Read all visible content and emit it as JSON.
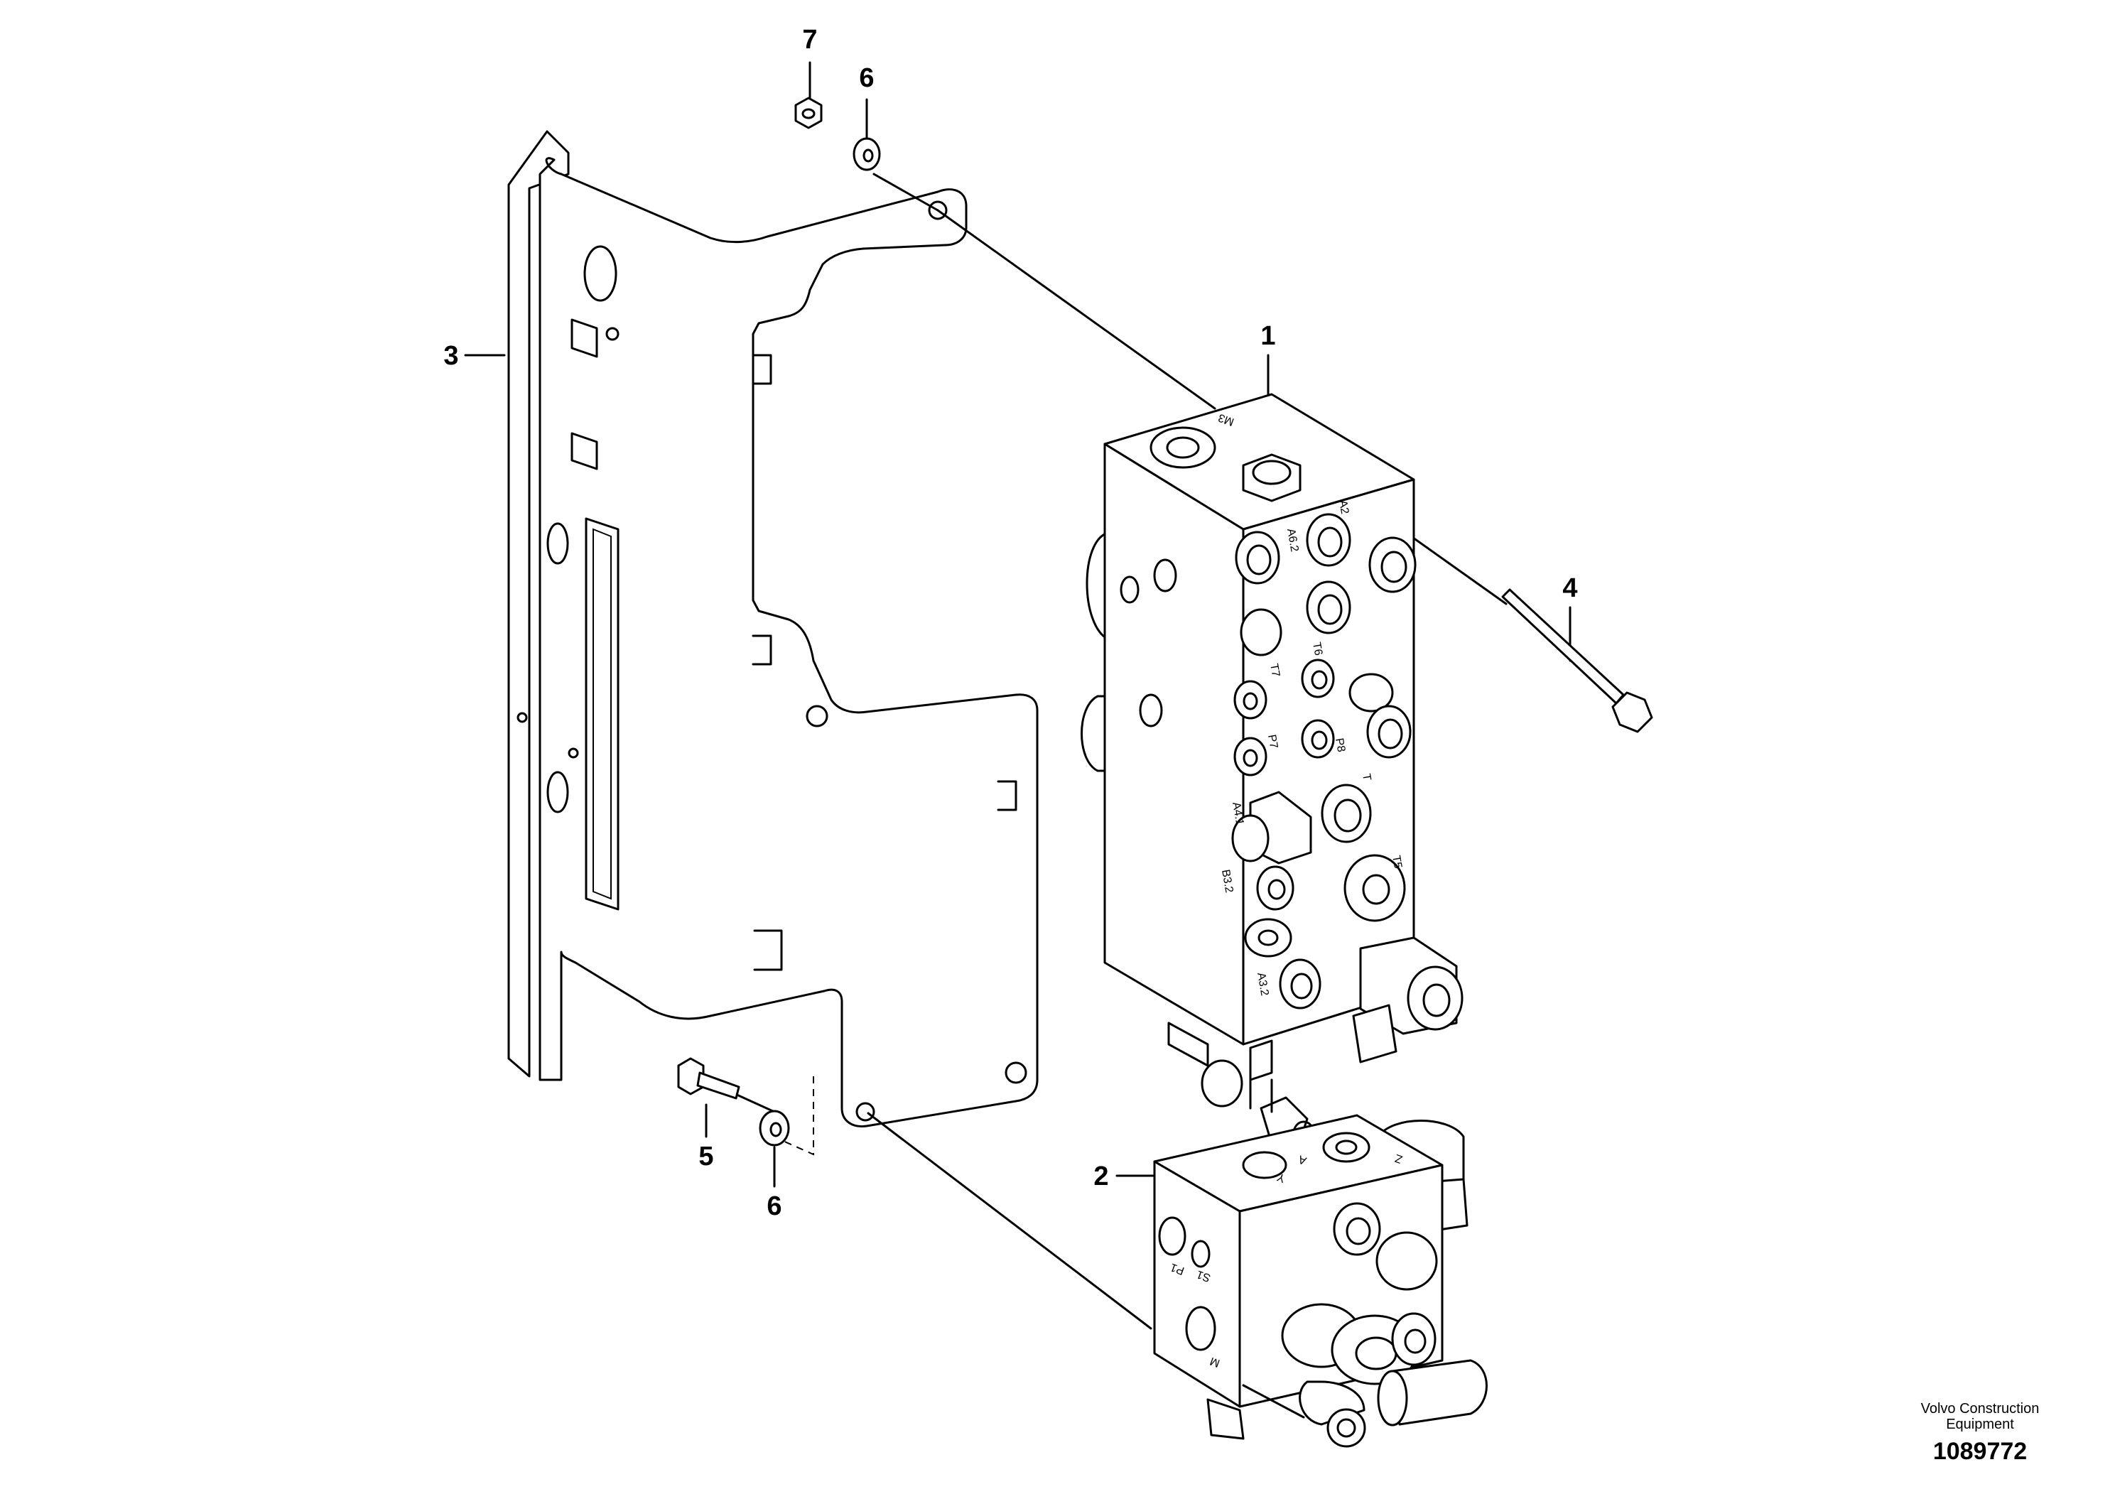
{
  "callouts": {
    "c1": "1",
    "c2": "2",
    "c3": "3",
    "c4": "4",
    "c5": "5",
    "c6a": "6",
    "c6b": "6",
    "c7": "7"
  },
  "ports": {
    "a6": "A6.2",
    "a2": "A2",
    "t6": "T6",
    "t7": "T7",
    "p7": "P7",
    "p8": "P8",
    "t": "T",
    "a4": "A4.1",
    "t5": "T5",
    "b3": "B3.2",
    "a3": "A3.2",
    "m3": "M3",
    "a": "A",
    "z": "Z",
    "y": "Y",
    "p1": "P1",
    "s1": "S1",
    "m": "M"
  },
  "footer": {
    "company": "Volvo Construction Equipment",
    "number": "1089772"
  },
  "colors": {
    "line": "#000000",
    "background": "#ffffff"
  }
}
